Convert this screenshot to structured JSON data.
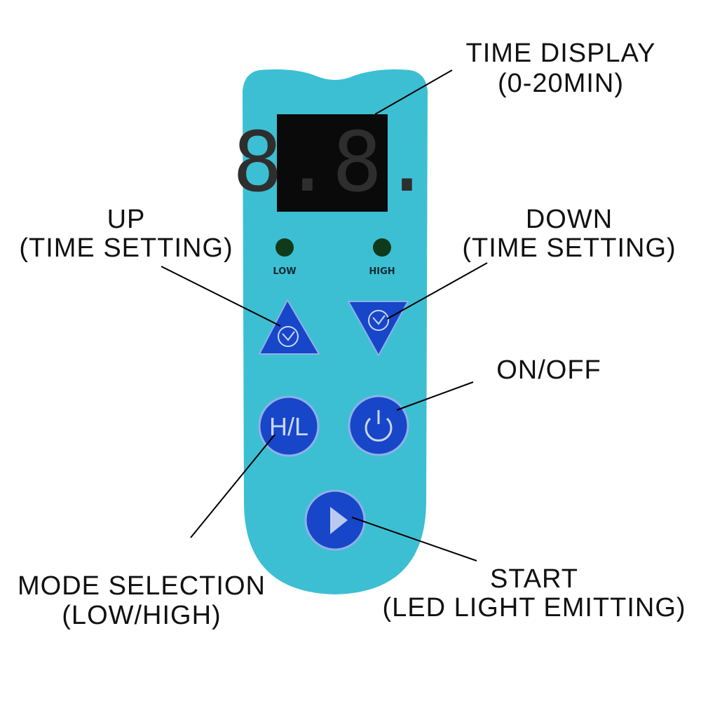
{
  "colors": {
    "body": "#3cbfd3",
    "button": "#1746c9",
    "button_ring": "#8fb0e8",
    "display": "#0a0a0a",
    "led": "#0f3a1c"
  },
  "device": {
    "display_digits": "8.8.",
    "led_low_label": "LOW",
    "led_high_label": "HIGH",
    "mode_button_label": "H/L",
    "icons": [
      "triangle-up-clock-icon",
      "triangle-down-clock-icon",
      "power-icon",
      "play-icon"
    ]
  },
  "callouts": {
    "time_display": {
      "line1": "TIME DISPLAY",
      "line2": "(0-20MIN)"
    },
    "up": {
      "line1": "UP",
      "line2": "(TIME SETTING)"
    },
    "down": {
      "line1": "DOWN",
      "line2": "(TIME SETTING)"
    },
    "on_off": {
      "line1": "ON/OFF"
    },
    "mode": {
      "line1": "MODE SELECTION",
      "line2": "(LOW/HIGH)"
    },
    "start": {
      "line1": "START",
      "line2": "(LED LIGHT EMITTING)"
    }
  }
}
